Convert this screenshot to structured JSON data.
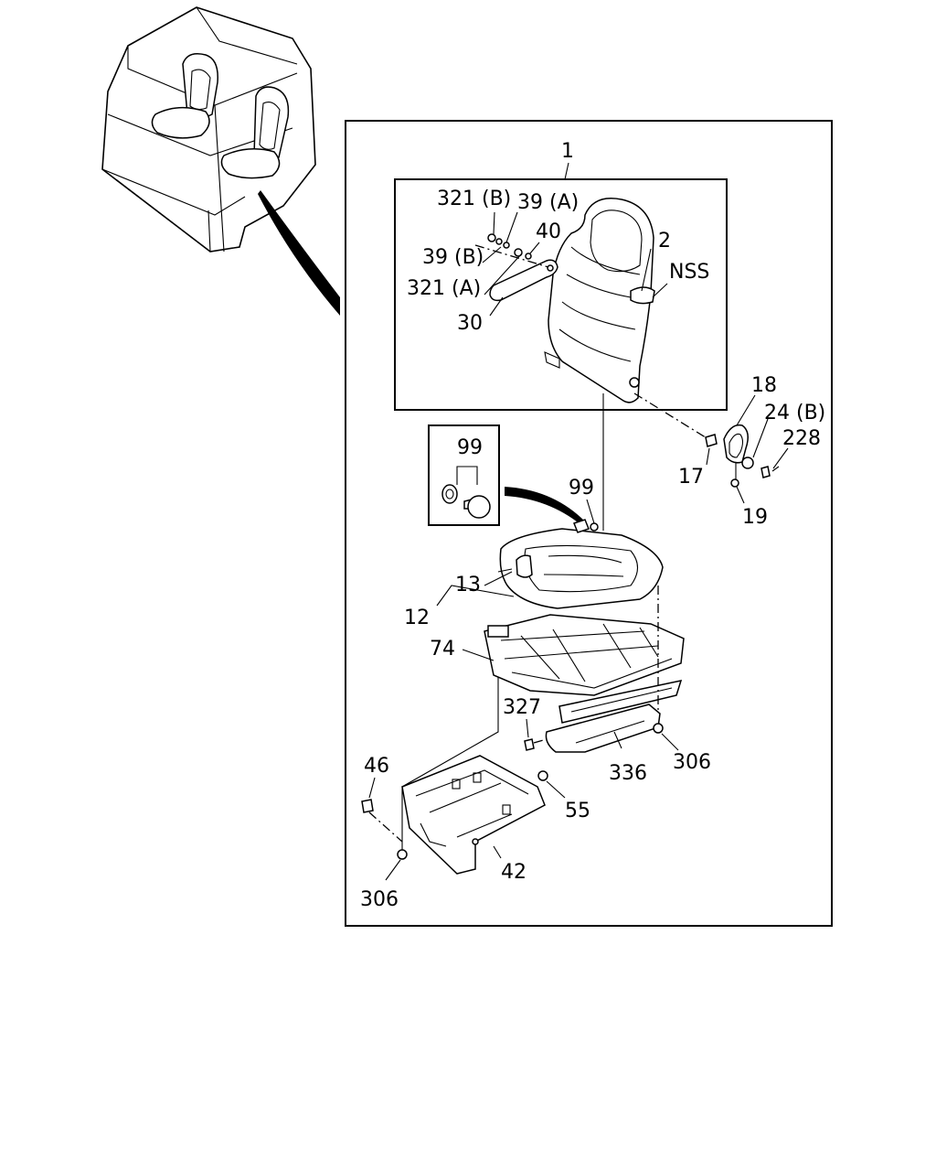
{
  "labels": {
    "assembly": "1",
    "backrest": "2",
    "cover_nss": "NSS",
    "nut_321b": "321 (B)",
    "washer_39a": "39 (A)",
    "washer_39b": "39 (B)",
    "washer_40": "40",
    "bolt_321a": "321 (A)",
    "armrest": "30",
    "knob_cover": "18",
    "washer_24b": "24 (B)",
    "screw_228": "228",
    "bolt_17": "17",
    "bolt_19": "19",
    "clip_99_detail": "99",
    "clip_99": "99",
    "cushion_13": "13",
    "cushion_12": "12",
    "frame_74": "74",
    "bolt_327": "327",
    "cover_336": "336",
    "nut_306_right": "306",
    "bolt_46": "46",
    "nut_55": "55",
    "bracket_42": "42",
    "nut_306_left": "306"
  }
}
